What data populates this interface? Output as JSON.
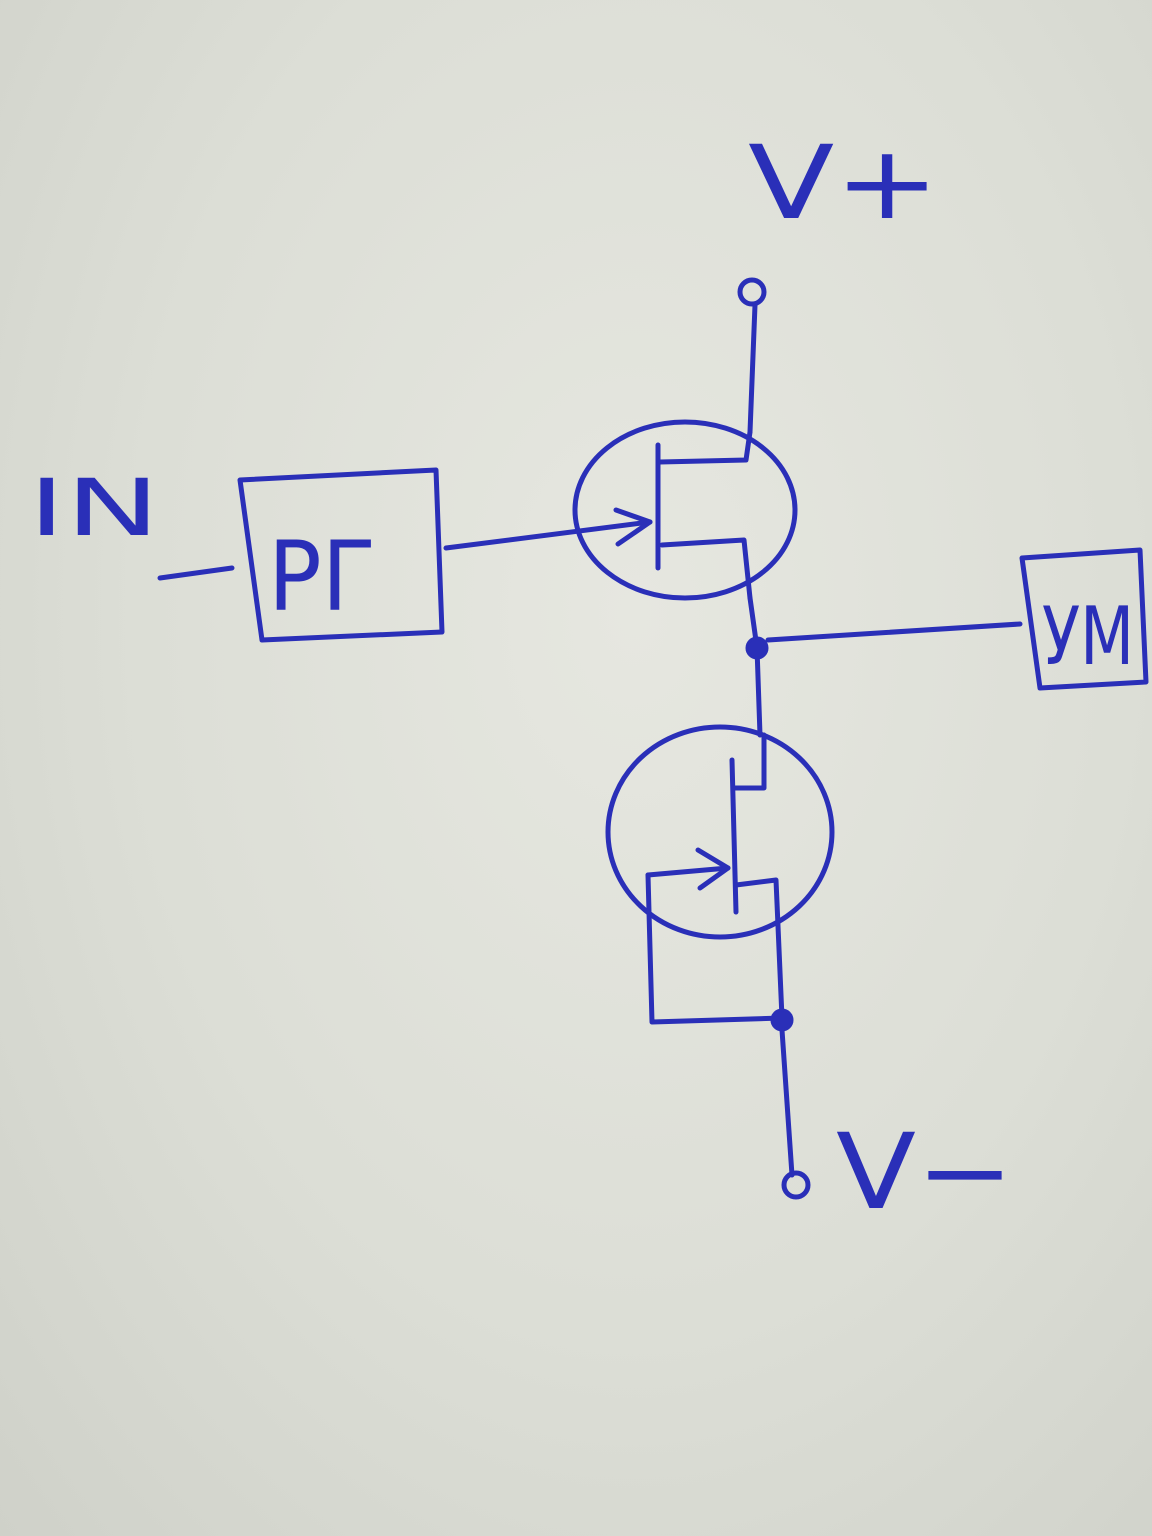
{
  "labels": {
    "input": "IN",
    "regulator": "РГ",
    "amplifier": "УМ",
    "supply_positive": "V+",
    "supply_negative": "V−"
  },
  "colors": {
    "ink": "#2a2fb8",
    "paper": "#dcded6"
  }
}
